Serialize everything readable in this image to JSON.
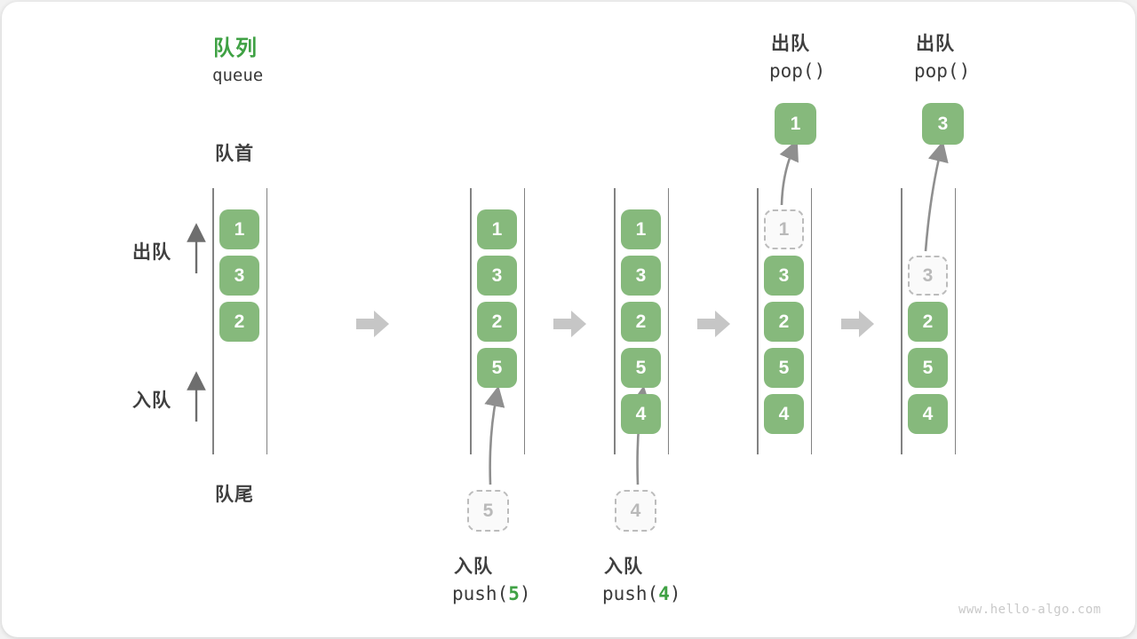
{
  "title": {
    "zh": "队列",
    "en": "queue"
  },
  "side_labels": {
    "front": "队首",
    "rear": "队尾",
    "dequeue": "出队",
    "enqueue": "入队"
  },
  "operations": {
    "push5": {
      "zh": "入队",
      "fn": "push(",
      "arg": "5",
      "close": ")"
    },
    "push4": {
      "zh": "入队",
      "fn": "push(",
      "arg": "4",
      "close": ")"
    },
    "pop1": {
      "zh": "出队",
      "code": "pop()"
    },
    "pop2": {
      "zh": "出队",
      "code": "pop()"
    }
  },
  "states": [
    {
      "slots": [
        {
          "value": "1"
        },
        {
          "value": "3"
        },
        {
          "value": "2"
        }
      ]
    },
    {
      "slots": [
        {
          "value": "1"
        },
        {
          "value": "3"
        },
        {
          "value": "2"
        },
        {
          "value": "5"
        }
      ],
      "staged": "5"
    },
    {
      "slots": [
        {
          "value": "1"
        },
        {
          "value": "3"
        },
        {
          "value": "2"
        },
        {
          "value": "5"
        },
        {
          "value": "4"
        }
      ],
      "staged": "4"
    },
    {
      "slots": [
        {
          "value": "1",
          "ghost": true
        },
        {
          "value": "3"
        },
        {
          "value": "2"
        },
        {
          "value": "5"
        },
        {
          "value": "4"
        }
      ],
      "popped": "1"
    },
    {
      "slots": [
        {
          "value": "3",
          "ghost": true
        },
        {
          "value": "2"
        },
        {
          "value": "5"
        },
        {
          "value": "4"
        }
      ],
      "popped": "3"
    }
  ],
  "watermark": "www.hello-algo.com",
  "colors": {
    "accent_green": "#3fa144",
    "element_green": "#86b97c",
    "element_text": "#ffffff",
    "ghost_gray": "#bcbcbc",
    "ghost_text": "#b9b9b9",
    "rail_gray": "#828282",
    "label_text": "#3f3f3f",
    "code_text": "#3a3a3a",
    "step_arrow_gray": "#c6c6c6",
    "flow_arrow_gray": "#8f8f8f",
    "watermark_gray": "#c9c9c9"
  }
}
